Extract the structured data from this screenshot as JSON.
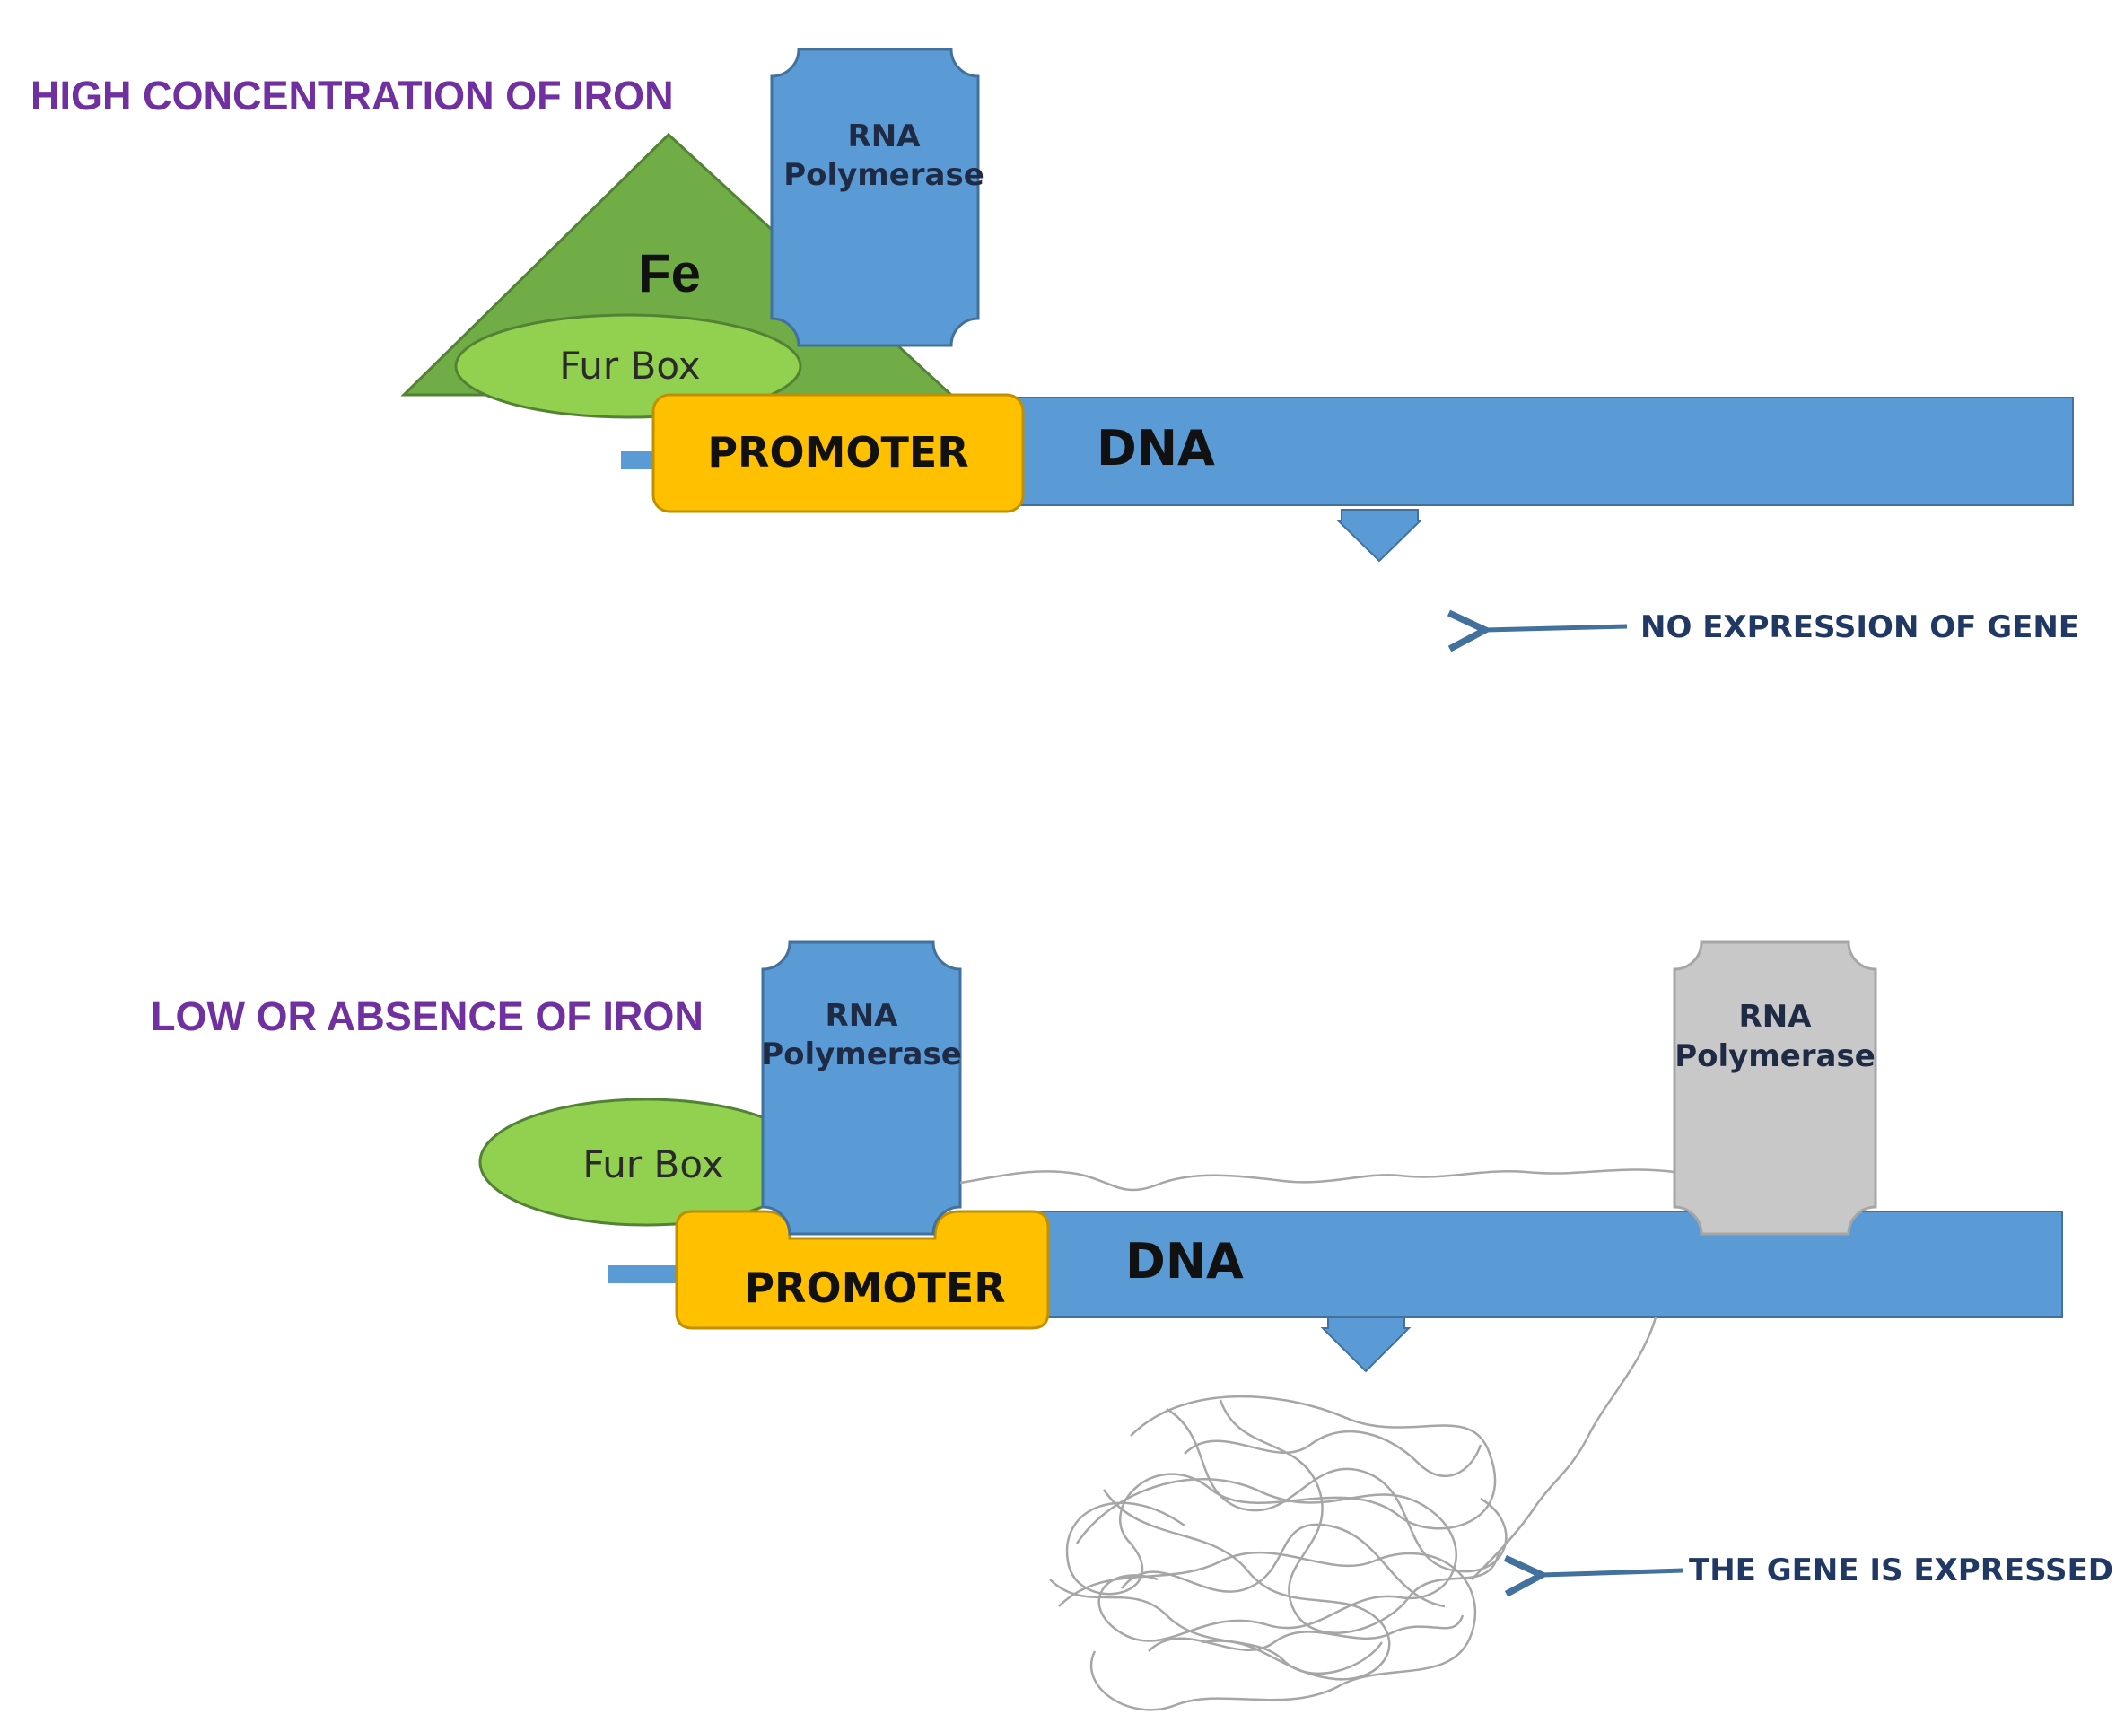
{
  "colors": {
    "heading": "#7030a0",
    "dna": "#5b9bd5",
    "promoter": "#ffc000",
    "fur_box": "#92d050",
    "fe_triangle": "#70ad47",
    "rna_polymerase": "#5b9bd5",
    "rna_polymerase_released": "#c8c8c8",
    "arrow": "#41719c",
    "transcript": "#a6a6a6"
  },
  "high_iron": {
    "heading": "HIGH CONCENTRATION OF IRON",
    "iron": "Fe",
    "fur_box": "Fur Box",
    "rna_polymerase": {
      "line1": "RNA",
      "line2": "Polymerase"
    },
    "promoter": "PROMOTER",
    "dna": "DNA",
    "result": "NO EXPRESSION OF GENE"
  },
  "low_iron": {
    "heading": "LOW OR ABSENCE OF IRON",
    "fur_box": "Fur Box",
    "rna_polymerase": {
      "line1": "RNA",
      "line2": "Polymerase"
    },
    "rna_polymerase_released": {
      "line1": "RNA",
      "line2": "Polymerase"
    },
    "promoter": "PROMOTER",
    "dna": "DNA",
    "result": "THE GENE IS EXPRESSED"
  }
}
